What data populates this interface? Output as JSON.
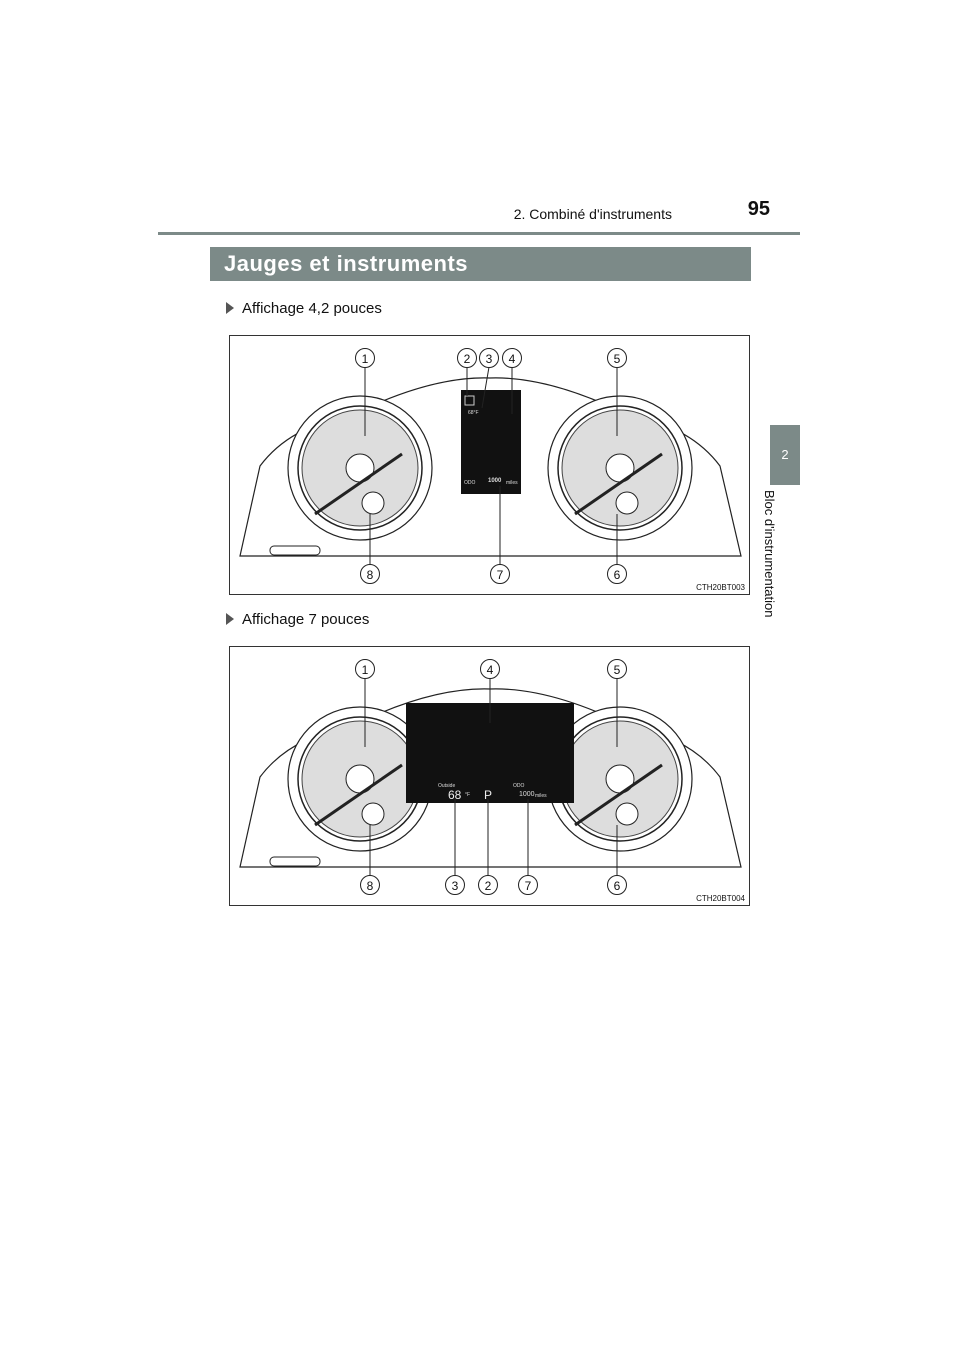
{
  "header": {
    "chapter": "2. Combiné d'instruments",
    "page_number": "95"
  },
  "side_tab": {
    "number": "2",
    "title": "Bloc d'instrumentation"
  },
  "section_title": "Jauges et instruments",
  "figures": [
    {
      "caption": "Affichage 4,2 pouces",
      "code": "CTH20BT003",
      "callouts": [
        "1",
        "2",
        "3",
        "4",
        "5",
        "8",
        "7",
        "6"
      ],
      "display": {
        "temp": "68°F",
        "odo_label": "ODO",
        "odo_value": "1000",
        "odo_unit": "miles"
      }
    },
    {
      "caption": "Affichage 7 pouces",
      "code": "CTH20BT004",
      "callouts": [
        "1",
        "4",
        "5",
        "8",
        "3",
        "2",
        "7",
        "6"
      ],
      "display": {
        "outside_label": "Outside",
        "temp": "68",
        "temp_unit": "°F",
        "gear": "P",
        "odo_label": "ODO",
        "odo_value": "1000",
        "odo_unit": "miles"
      }
    }
  ]
}
